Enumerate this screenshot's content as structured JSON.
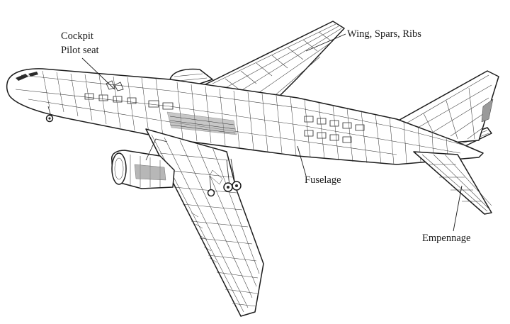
{
  "labels": {
    "cockpit": "Cockpit",
    "pilot_seat": "Pilot seat",
    "wing": "Wing, Spars, Ribs",
    "fuselage": "Fuselage",
    "empennage": "Empennage"
  }
}
